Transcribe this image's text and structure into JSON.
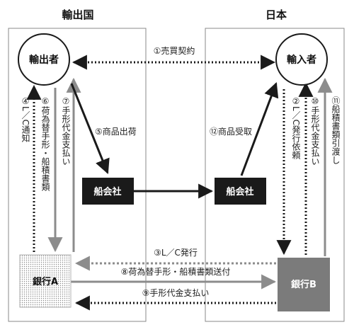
{
  "regions": {
    "export_country": "輸出国",
    "japan": "日本"
  },
  "nodes": {
    "exporter": "輸出者",
    "importer": "輸入者",
    "ship_left": "船会社",
    "ship_right": "船会社",
    "bank_a": "銀行A",
    "bank_b": "銀行B"
  },
  "steps": {
    "s1": "①売買契約",
    "s2": "②L／C発行依頼",
    "s3": "③L／C発行",
    "s4": "④L／C通知",
    "s5": "⑤商品出荷",
    "s6": "⑥荷為替手形・船積書類",
    "s7": "⑦手形代金支払い",
    "s8": "⑧荷為替手形・船積書類送付",
    "s9": "⑨手形代金支払い",
    "s10": "⑩手形代金支払い",
    "s11": "⑪船積書類引渡し",
    "s12": "⑫商品受取"
  },
  "colors": {
    "frame": "#8a8a8a",
    "black": "#1a1a1a",
    "gray_arrow": "#8c8c8c",
    "bank_b_fill": "#7b7b7b",
    "bank_a_dots": "#9a9a9a"
  }
}
